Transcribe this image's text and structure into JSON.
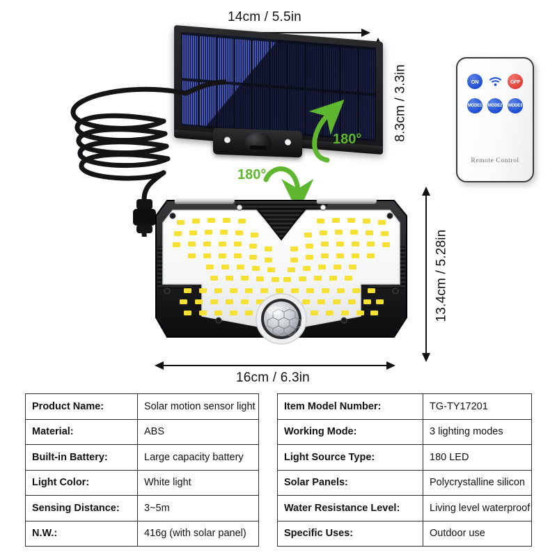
{
  "product": {
    "dimensions": {
      "panel_width": "14cm / 5.5in",
      "panel_height": "8.3cm / 3.3in",
      "lamp_height": "13.4cm / 5.28in",
      "lamp_width": "16cm / 6.3in"
    },
    "rotation_labels": {
      "panel_tilt": "180°",
      "lamp_tilt": "180°"
    }
  },
  "remote": {
    "caption": "Remote Control",
    "buttons": [
      {
        "label": "ON",
        "name": "on-button",
        "color": "#1e4fd0"
      },
      {
        "label": "",
        "name": "wifi-icon",
        "color": "#1e4fd0"
      },
      {
        "label": "OFF",
        "name": "off-button",
        "color": "#e03f37"
      },
      {
        "label": "MODE1",
        "name": "mode1-button",
        "color": "#1e4fd0"
      },
      {
        "label": "MODE2",
        "name": "mode2-button",
        "color": "#1e4fd0"
      },
      {
        "label": "MODE3",
        "name": "mode3-button",
        "color": "#1e4fd0"
      }
    ]
  },
  "spec_table_left": {
    "rows": [
      {
        "key": "Product Name:",
        "value": "Solar motion sensor light"
      },
      {
        "key": "Material:",
        "value": "ABS"
      },
      {
        "key": "Built-in Battery:",
        "value": "Large capacity battery"
      },
      {
        "key": "Light Color:",
        "value": "White light"
      },
      {
        "key": "Sensing Distance:",
        "value": "3~5m"
      },
      {
        "key": "N.W.:",
        "value": "416g (with solar panel)"
      }
    ]
  },
  "spec_table_right": {
    "rows": [
      {
        "key": "Item Model Number:",
        "value": "TG-TY17201"
      },
      {
        "key": "Working Mode:",
        "value": "3 lighting modes"
      },
      {
        "key": "Light Source Type:",
        "value": "180 LED"
      },
      {
        "key": "Solar Panels:",
        "value": "Polycrystalline silicon"
      },
      {
        "key": "Water Resistance Level:",
        "value": "Living level waterproof"
      },
      {
        "key": "Specific Uses:",
        "value": "Outdoor use"
      }
    ]
  },
  "colors": {
    "arrow_green": "#5fb62f",
    "led_yellow": "#f6e032",
    "panel_blue": "#4f63d8",
    "button_blue": "#1e4fd0",
    "button_red": "#e03f37",
    "line_black": "#111111"
  }
}
